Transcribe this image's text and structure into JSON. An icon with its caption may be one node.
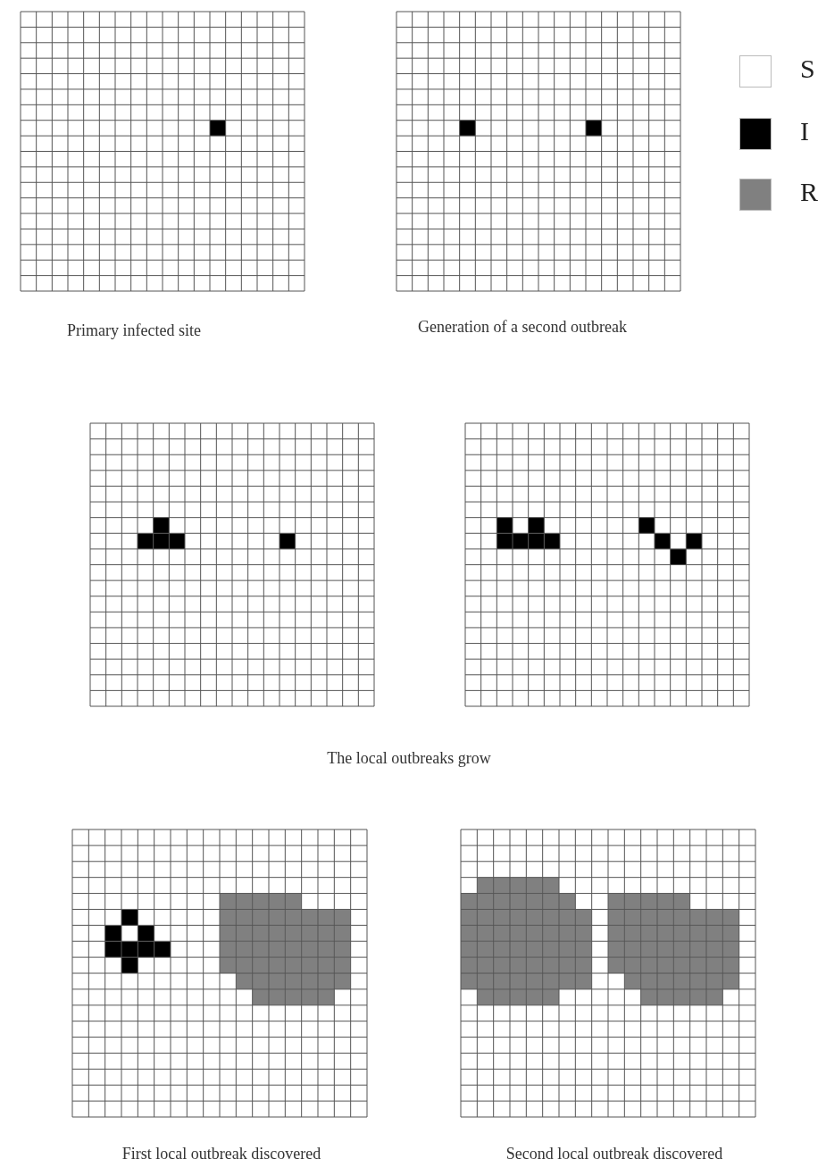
{
  "diagram": {
    "labels": [
      "Primary infected site",
      "Generation of a second outbreak",
      "The local outbreaks grow",
      "First local outbreak discovered",
      "Second local outbreak discovered"
    ],
    "legend": [
      {
        "text": "S",
        "color": "#ffffff"
      },
      {
        "text": "I",
        "color": "#000000"
      },
      {
        "text": "R",
        "color": "#808080"
      }
    ]
  }
}
